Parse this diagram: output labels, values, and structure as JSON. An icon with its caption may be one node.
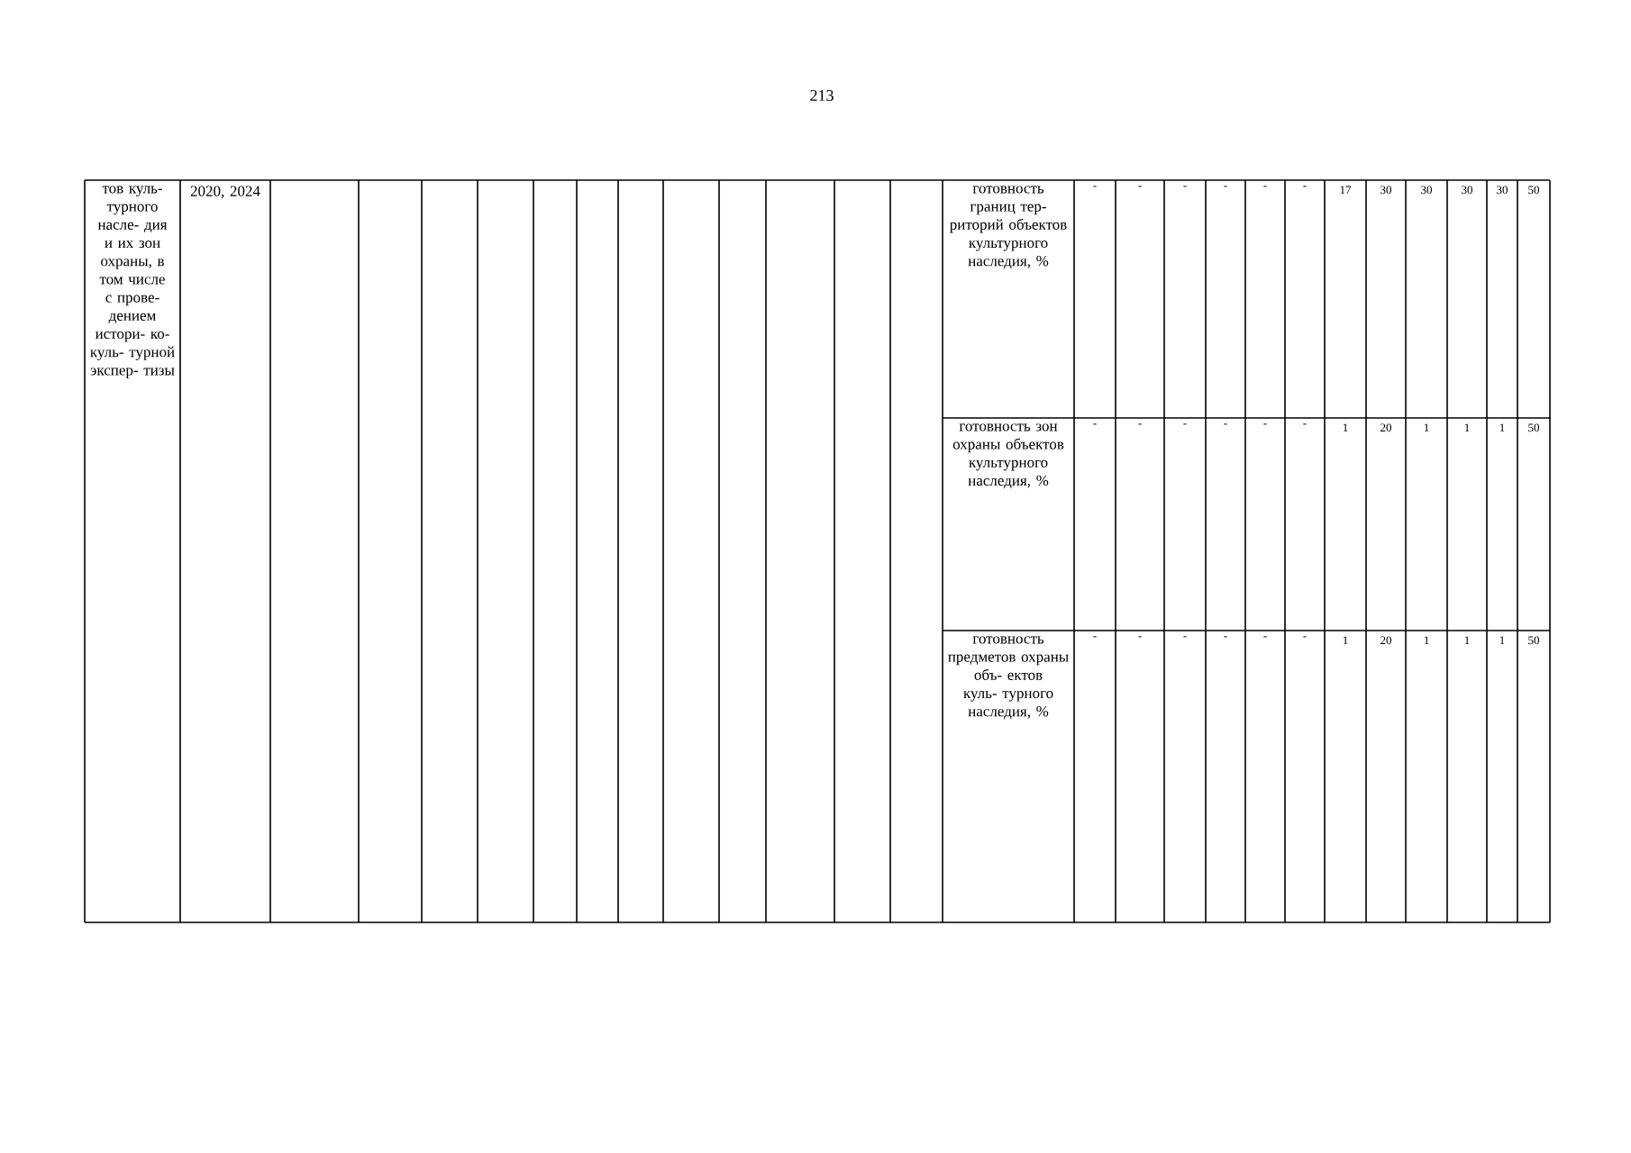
{
  "diagram": {
    "labels": [
      "213",
      "тов куль- турного насле- дия и их зон охраны, в том числе с прове- дением истори- ко- куль- турной экспер- тизы",
      "2020, 2024",
      "готовность границ тер- риторий объектов культурного наследия, %",
      "-",
      "-",
      "-",
      "-",
      "-",
      "-",
      "17",
      "30",
      "30",
      "30",
      "30",
      "50",
      "готовность зон охраны объектов культурного наследия, %",
      "-",
      "-",
      "-",
      "-",
      "-",
      "-",
      "1",
      "20",
      "1",
      "1",
      "1",
      "50",
      "готовность предметов охраны объ- ектов куль- турного наследия, %",
      "-",
      "-",
      "-",
      "-",
      "-",
      "-",
      "1",
      "20",
      "1",
      "1",
      "1",
      "50"
    ]
  }
}
